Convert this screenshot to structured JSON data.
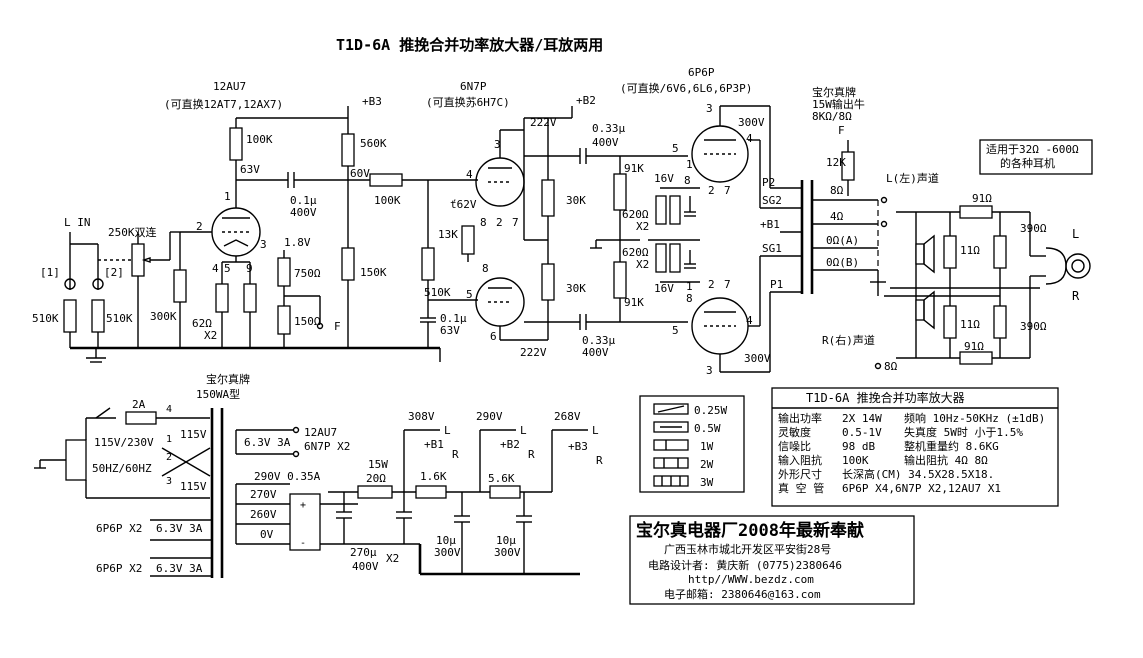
{
  "title": "T1D-6A 推挽合并功率放大器/耳放两用",
  "tubes": {
    "v1": {
      "model": "12AU7",
      "alt": "(可直换12AT7,12AX7)"
    },
    "v2": {
      "model": "6N7P",
      "alt": "(可直换苏6H7C)"
    },
    "v3": {
      "model": "6P6P",
      "alt": "(可直换/6V6,6L6,6P3P)"
    }
  },
  "output_transformer": {
    "brand": "宝尔真牌",
    "spec": "15W输出牛",
    "imp": "8KΩ/8Ω"
  },
  "headphone_note": {
    "line1": "适用于32Ω -600Ω",
    "line2": "的各种耳机"
  },
  "input": {
    "label": "L IN",
    "pot": "250K双连",
    "ch1": "[1]",
    "ch2": "[2]"
  },
  "labels": {
    "r100k": "100K",
    "v63": "63V",
    "cap01": "0.1μ",
    "cap400": "400V",
    "r560k": "560K",
    "v60": "60V",
    "r100k2": "100K",
    "r150k": "150K",
    "b3": "+B3",
    "b2": "+B2",
    "b1": "+B1",
    "r510k": "510K",
    "r300k": "300K",
    "r62": "62Ω",
    "x2": "X2",
    "v18": "1.8V",
    "r750": "750Ω",
    "r150": "150Ω",
    "f": "F",
    "v162": "ť62V",
    "r13k": "13K",
    "r510k2": "510K",
    "cap01b": "0.1μ",
    "v63b": "63V",
    "v222a": "222V",
    "v222b": "222V",
    "r30k": "30K",
    "r30k2": "30K",
    "cap033": "0.33μ",
    "v400": "400V",
    "cap033b": "0.33μ",
    "v400b": "400V",
    "r91k": "91K",
    "r91k2": "91K",
    "r620": "620Ω",
    "r620b": "620Ω",
    "v16": "16V",
    "v16b": "16V",
    "v300": "300V",
    "v300b": "300V",
    "p2": "P2",
    "sg2": "SG2",
    "pb1": "+B1",
    "sg1": "SG1",
    "p1": "P1",
    "r12k": "12K",
    "ohm8": "8Ω",
    "ohm4": "4Ω",
    "ohm0a": "0Ω(A)",
    "ohm0b": "0Ω(B)",
    "lch": "L(左)声道",
    "rch": "R(右)声道",
    "r91": "91Ω",
    "r91b": "91Ω",
    "r11": "11Ω",
    "r11b": "11Ω",
    "r390": "390Ω",
    "r390b": "390Ω",
    "jl": "L",
    "jr": "R",
    "ohm8r": "8Ω"
  },
  "power": {
    "brand": "宝尔真牌",
    "model": "150WA型",
    "fuse": "2A",
    "volt": "115V/230V",
    "freq": "50HZ/60HZ",
    "tap115a": "115V",
    "tap115b": "115V",
    "p1": "1",
    "p2": "2",
    "p3": "3",
    "p4": "4",
    "f1": "6.3V 3A",
    "f1t": "12AU7",
    "f1t2": "6N7P X2",
    "hv": "290V 0.35A",
    "t270": "270V",
    "t260": "260V",
    "t0": "0V",
    "h2": "6P6P X2",
    "h2v": "6.3V 3A",
    "h3": "6P6P X2",
    "h3v": "6.3V 3A",
    "r15w": "15W",
    "r20": "20Ω",
    "r16k": "1.6K",
    "r56k": "5.6K",
    "v308": "308V",
    "v290": "290V",
    "v268": "268V",
    "c270": "270μ",
    "c270v": "400V",
    "cx2": "X2",
    "c10": "10μ",
    "c10v": "300V",
    "c10b": "10μ",
    "c10bv": "300V",
    "l": "L",
    "r": "R",
    "l2": "L",
    "r2": "R",
    "l3": "L",
    "r3": "R",
    "b1": "+B1",
    "b2": "+B2",
    "b3": "+B3"
  },
  "legend": {
    "w025": "0.25W",
    "w05": "0.5W",
    "w1": "1W",
    "w2": "2W",
    "w3": "3W"
  },
  "specs": {
    "title": "T1D-6A 推挽合并功率放大器",
    "rows": [
      {
        "a": "输出功率",
        "b": "2X 14W",
        "c": "频响 10Hz-50KHz (±1dB)"
      },
      {
        "a": "灵敏度",
        "b": "0.5-1V",
        "c": "失真度  5W时 小于1.5%"
      },
      {
        "a": "信噪比",
        "b": "98 dB",
        "c": "整机重量约 8.6KG"
      },
      {
        "a": "输入阻抗",
        "b": "100K",
        "c": "输出阻抗  4Ω 8Ω"
      },
      {
        "a": "外形尺寸",
        "b": "长深高(CM) 34.5X28.5X18.",
        "c": ""
      },
      {
        "a": "真 空 管",
        "b": "6P6P X4,6N7P X2,12AU7 X1",
        "c": ""
      }
    ]
  },
  "footer": {
    "company": "宝尔真电器厂2008年最新奉献",
    "addr": "广西玉林市城北开发区平安街28号",
    "designer": "电路设计者:  黄庆新   (0775)2380646",
    "web": "http//WWW.bezdz.com",
    "email": "电子邮箱: 2380646@163.com"
  }
}
